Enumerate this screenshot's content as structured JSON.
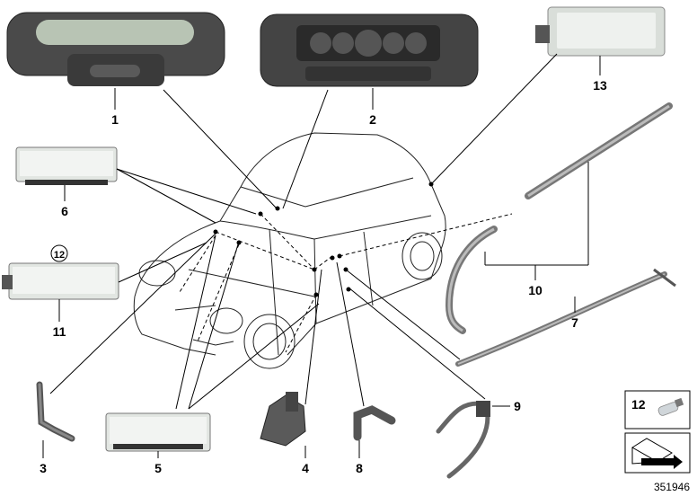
{
  "diagram": {
    "parts": [
      {
        "id": "part-1",
        "label": "1"
      },
      {
        "id": "part-2",
        "label": "2"
      },
      {
        "id": "part-3",
        "label": "3"
      },
      {
        "id": "part-4",
        "label": "4"
      },
      {
        "id": "part-5",
        "label": "5"
      },
      {
        "id": "part-6",
        "label": "6"
      },
      {
        "id": "part-7",
        "label": "7"
      },
      {
        "id": "part-8",
        "label": "8"
      },
      {
        "id": "part-9",
        "label": "9"
      },
      {
        "id": "part-10",
        "label": "10"
      },
      {
        "id": "part-11",
        "label": "11"
      },
      {
        "id": "part-12",
        "label": "12"
      },
      {
        "id": "part-13",
        "label": "13"
      }
    ],
    "legend": {
      "item_label": "12"
    },
    "document_number": "351946"
  }
}
